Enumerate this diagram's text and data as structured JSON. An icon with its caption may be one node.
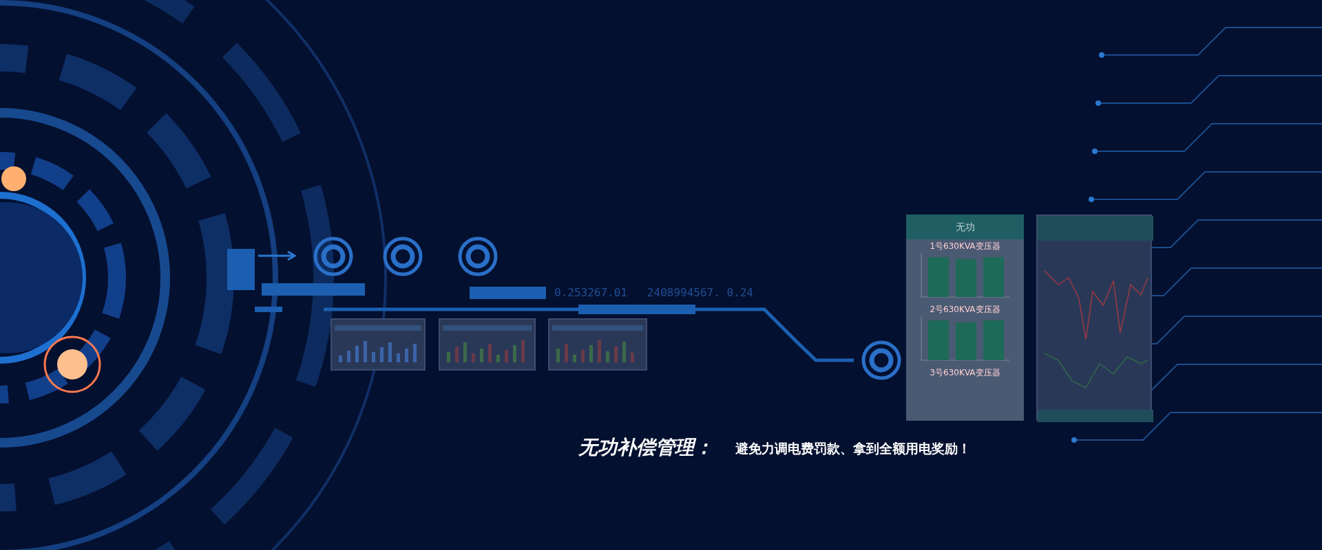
{
  "diagram": {
    "nodes": [
      {
        "text": [],
        "shape": "picture"
      },
      {
        "text": [],
        "shape": "picture"
      },
      {
        "text": [],
        "shape": "picture"
      },
      {
        "text": [
          "无功",
          "1号630KVA变压器",
          "2号630KVA变压器",
          "3号630KVA变压器"
        ]
      },
      {
        "text": [],
        "shape": "picture"
      }
    ],
    "labels": [
      "0.253267.01   2408994567. 0.24",
      "无功补偿管理：",
      "避免力调电费罚款、拿到全额用电奖励！"
    ]
  }
}
